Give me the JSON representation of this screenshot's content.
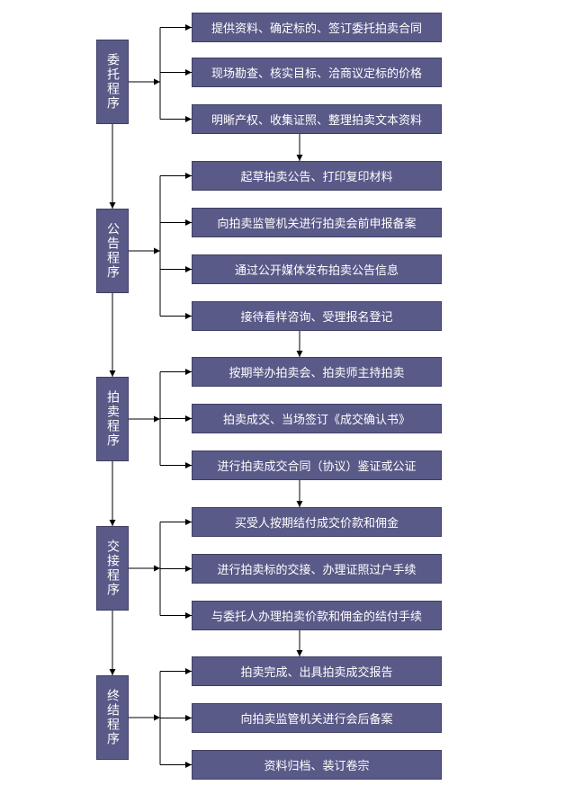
{
  "stages": [
    {
      "label": "委托程序",
      "steps": [
        "提供资料、确定标的、签订委托拍卖合同",
        "现场勘查、核实目标、洽商议定标的价格",
        "明晰产权、收集证照、整理拍卖文本资料"
      ]
    },
    {
      "label": "公告程序",
      "steps": [
        "起草拍卖公告、打印复印材料",
        "向拍卖监管机关进行拍卖会前申报备案",
        "通过公开媒体发布拍卖公告信息",
        "接待看样咨询、受理报名登记"
      ]
    },
    {
      "label": "拍卖程序",
      "steps": [
        "按期举办拍卖会、拍卖师主持拍卖",
        "拍卖成交、当场签订《成交确认书》",
        "进行拍卖成交合同（协议）鉴证或公证"
      ]
    },
    {
      "label": "交接程序",
      "steps": [
        "买受人按期结付成交价款和佣金",
        "进行拍卖标的交接、办理证照过户手续",
        "与委托人办理拍卖价款和佣金的结付手续"
      ]
    },
    {
      "label": "终结程序",
      "steps": [
        "拍卖完成、出具拍卖成交报告",
        "向拍卖监管机关进行会后备案",
        "资料归档、装订卷宗"
      ]
    }
  ]
}
